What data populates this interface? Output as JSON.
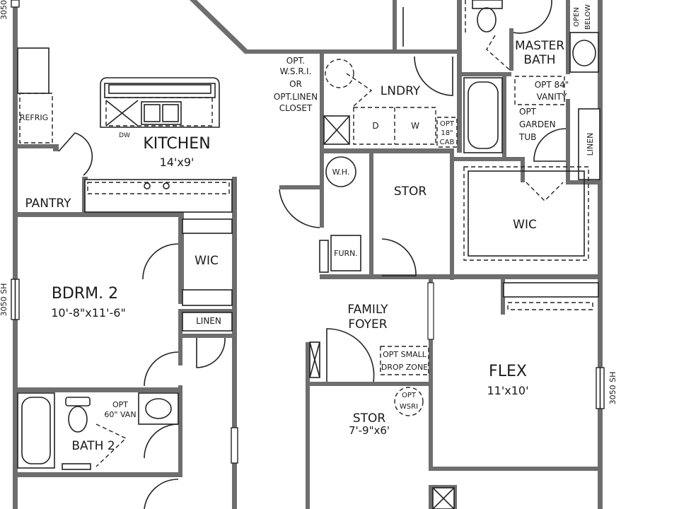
{
  "rooms": {
    "kitchen": {
      "name": "KITCHEN",
      "size": "14'x9'"
    },
    "bedroom2": {
      "name": "BDRM. 2",
      "size": "10'-8\"x11'-6\""
    },
    "pantry": {
      "name": "PANTRY"
    },
    "refrig": {
      "name": "REFRIG"
    },
    "dw": {
      "name": "DW"
    },
    "wic_bedroom": {
      "name": "WIC"
    },
    "linen_hall": {
      "name": "LINEN"
    },
    "bath2": {
      "name": "BATH 2"
    },
    "bath2_van": {
      "line1": "OPT",
      "line2": "60\" VAN"
    },
    "laundry": {
      "name": "LNDRY"
    },
    "dryer": {
      "name": "D"
    },
    "washer": {
      "name": "W"
    },
    "opt_cab": {
      "line1": "OPT",
      "line2": "18\"",
      "line3": "CAB"
    },
    "wsri_closet": {
      "line1": "OPT.",
      "line2": "W.S.R.I.",
      "line3": "OR",
      "line4": "OPT.LINEN",
      "line5": "CLOSET"
    },
    "water_heater": {
      "name": "W.H."
    },
    "furnace": {
      "name": "FURN."
    },
    "stor_mech": {
      "name": "STOR"
    },
    "master_bath": {
      "line1": "MASTER",
      "line2": "BATH"
    },
    "opt_vanity": {
      "line1": "OPT 84\"",
      "line2": "VANITY"
    },
    "garden_tub": {
      "line1": "OPT",
      "line2": "GARDEN",
      "line3": "TUB"
    },
    "linen_master": {
      "name": "LINEN"
    },
    "open_below": {
      "line1": "OPEN",
      "line2": "BELOW"
    },
    "wic_master": {
      "name": "WIC"
    },
    "family_foyer": {
      "line1": "FAMILY",
      "line2": "FOYER"
    },
    "drop_zone": {
      "line1": "OPT SMALL",
      "line2": "DROP ZONE"
    },
    "opt_wsri": {
      "line1": "OPT",
      "line2": "WSRI"
    },
    "stor_main": {
      "name": "STOR",
      "size": "7'-9\"x6'"
    },
    "flex": {
      "name": "FLEX",
      "size": "11'x10'"
    }
  },
  "windows": {
    "left": "3050 SH",
    "right": "3050 SH",
    "top_left": "3050"
  }
}
